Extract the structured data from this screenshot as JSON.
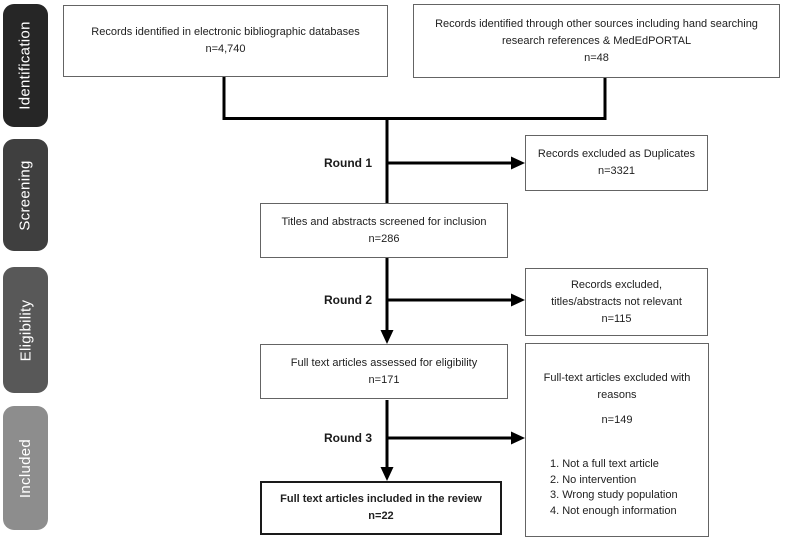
{
  "sidebar": {
    "stages": [
      {
        "label": "Identification",
        "color": "#262626"
      },
      {
        "label": "Screening",
        "color": "#3f3f3f"
      },
      {
        "label": "Eligibility",
        "color": "#585858"
      },
      {
        "label": "Included",
        "color": "#8d8d8d"
      }
    ]
  },
  "round_labels": {
    "round1": "Round 1",
    "round2": "Round 2",
    "round3": "Round 3"
  },
  "boxes": {
    "electronic_db": {
      "line1": "Records identified in electronic bibliographic databases",
      "count": "n=4,740"
    },
    "other_sources": {
      "line1": "Records identified through other sources including hand searching",
      "line2": "research references & MedEdPORTAL",
      "count": "n=48"
    },
    "excluded_duplicates": {
      "line1": "Records excluded as Duplicates",
      "count": "n=3321"
    },
    "titles_screened": {
      "line1": "Titles and abstracts screened for inclusion",
      "count": "n=286"
    },
    "excluded_not_relevant": {
      "line1": "Records excluded,",
      "line2": "titles/abstracts not relevant",
      "count": "n=115"
    },
    "fulltext_assessed": {
      "line1": "Full text articles assessed for eligibility",
      "count": "n=171"
    },
    "fulltext_excluded": {
      "title": "Full-text articles excluded with reasons",
      "count": "n=149",
      "reasons": [
        "1. Not a full text article",
        "2. No intervention",
        "3. Wrong study population",
        "4. Not enough information"
      ]
    },
    "included_review": {
      "line1": "Full text articles included in the review",
      "count": "n=22"
    }
  },
  "connector_color": "#000000"
}
